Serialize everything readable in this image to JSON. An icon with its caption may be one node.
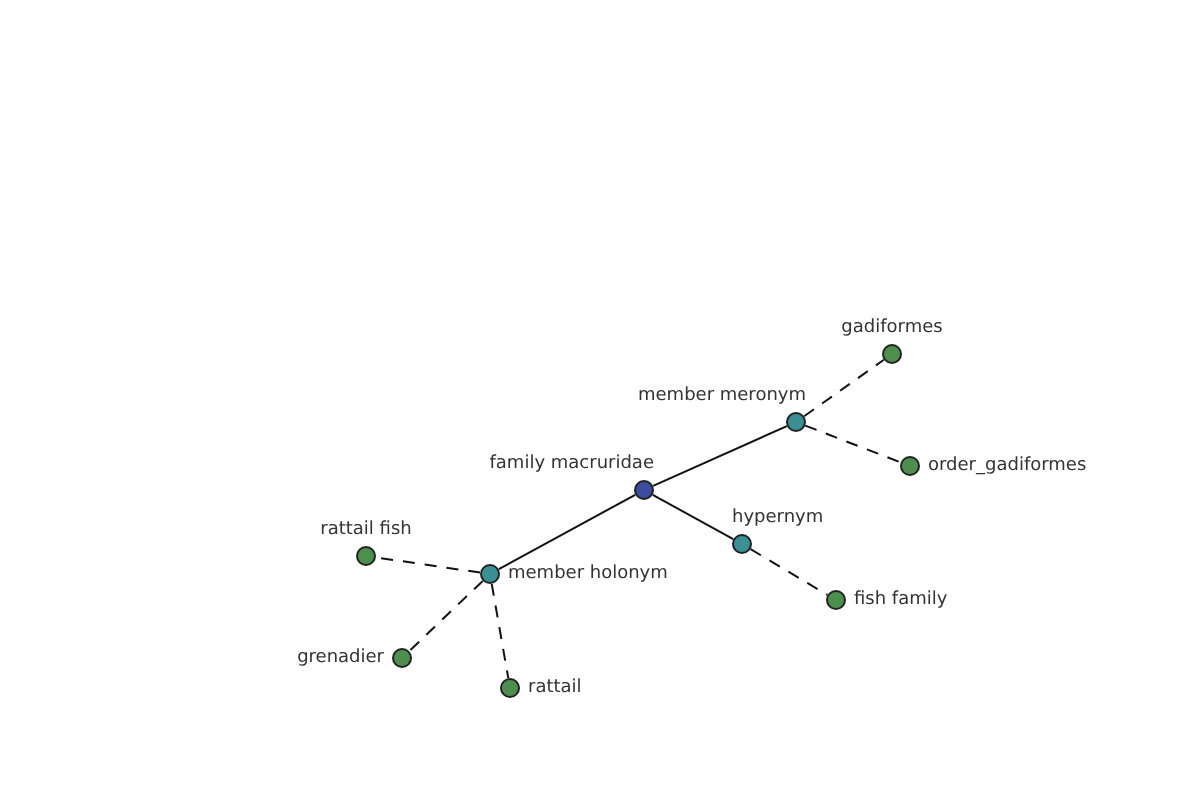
{
  "diagram": {
    "nodes": [
      {
        "text": [
          "family macruridae"
        ]
      },
      {
        "text": [
          "member meronym"
        ]
      },
      {
        "text": [
          "gadiformes"
        ]
      },
      {
        "text": [
          "order_gadiformes"
        ]
      },
      {
        "text": [
          "hypernym"
        ]
      },
      {
        "text": [
          "fish family"
        ]
      },
      {
        "text": [
          "member holonym"
        ]
      },
      {
        "text": [
          "rattail fish"
        ]
      },
      {
        "text": [
          "grenadier"
        ]
      },
      {
        "text": [
          "rattail"
        ]
      }
    ],
    "edges": [
      {
        "from": 0,
        "to": 1,
        "arrow": "none"
      },
      {
        "from": 0,
        "to": 4,
        "arrow": "none"
      },
      {
        "from": 0,
        "to": 6,
        "arrow": "none"
      },
      {
        "from": 1,
        "to": 2,
        "arrow": "none",
        "style": "dashed"
      },
      {
        "from": 1,
        "to": 3,
        "arrow": "none",
        "style": "dashed"
      },
      {
        "from": 4,
        "to": 5,
        "arrow": "none",
        "style": "dashed"
      },
      {
        "from": 6,
        "to": 7,
        "arrow": "none",
        "style": "dashed"
      },
      {
        "from": 6,
        "to": 8,
        "arrow": "none",
        "style": "dashed"
      },
      {
        "from": 6,
        "to": 9,
        "arrow": "none",
        "style": "dashed"
      }
    ]
  }
}
